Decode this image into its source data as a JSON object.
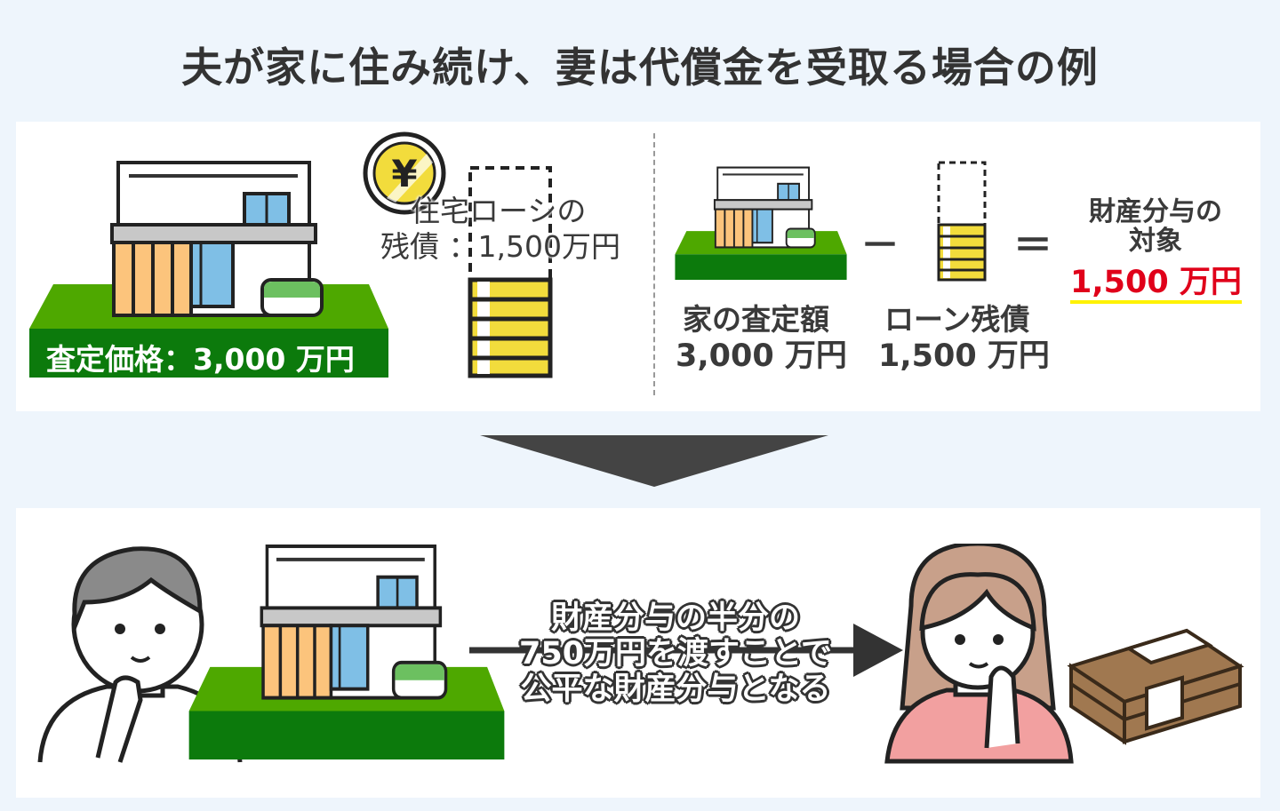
{
  "title": "夫が家に住み続け、妻は代償金を受取る場合の例",
  "top_panel": {
    "appraisal_label": "査定価格：3,000 万円",
    "loan_label_line1": "住宅ローシの",
    "loan_label_line2": "残債 ：1,500万円",
    "yen_icon": "¥",
    "equation": {
      "house_value_label": "家の査定額",
      "house_value": "3,000 万円",
      "minus": "－",
      "loan_label": "ローン残債",
      "loan_value": "1,500 万円",
      "equals": "＝",
      "result_label_line1": "財産分与の",
      "result_label_line2": "対象",
      "result_value": "1,500 万円"
    }
  },
  "bottom_panel": {
    "message_line1": "財産分与の半分の",
    "message_line2": "750万円を渡すことで",
    "message_line3": "公平な財産分与となる"
  },
  "colors": {
    "background": "#eef5fc",
    "grass": "#4ea800",
    "grass_dark": "#0c7a0c",
    "coin_yellow": "#f2dc3c",
    "result_red": "#e0001a",
    "highlight": "#fff200",
    "orange": "#fcc47c",
    "window_blue": "#7fbfe6",
    "money_brown": "#a07850",
    "woman_shirt": "#f2a0a0"
  }
}
